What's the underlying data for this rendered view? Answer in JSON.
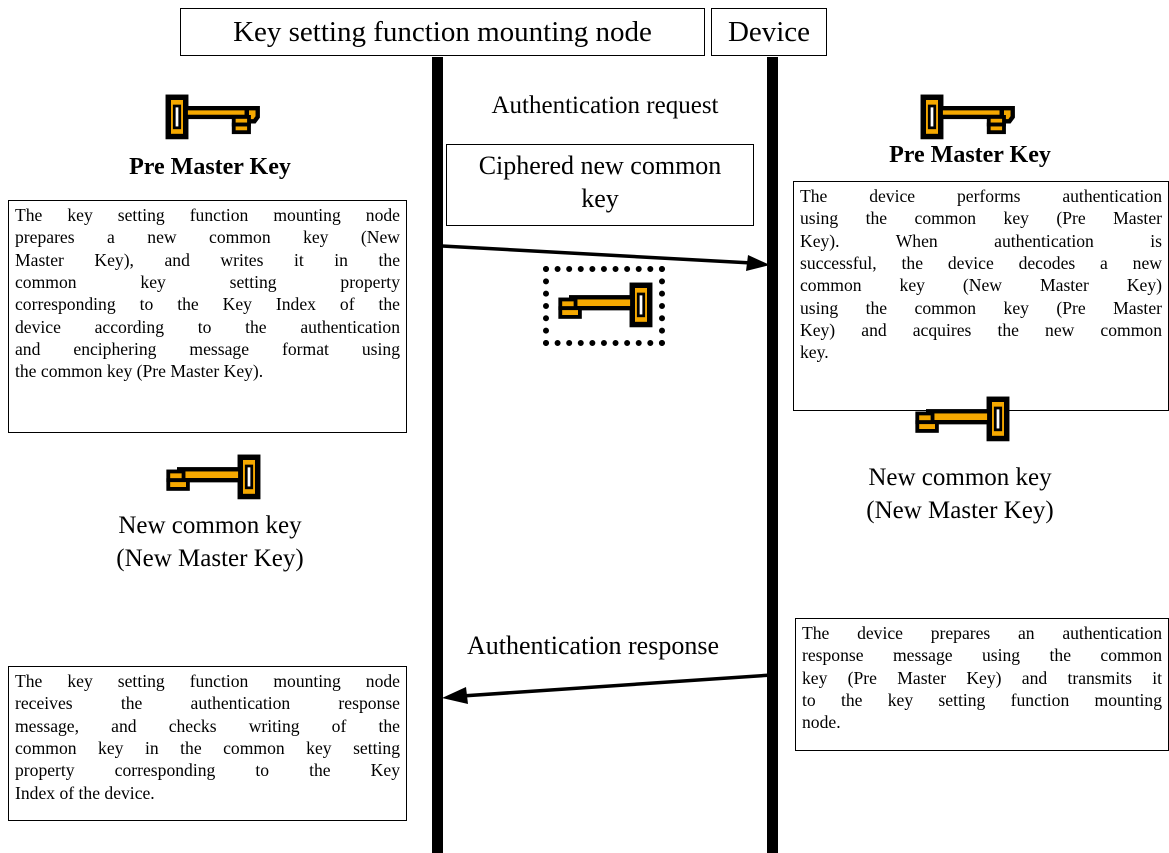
{
  "header": {
    "node_label": "Key setting function mounting node",
    "device_label": "Device"
  },
  "messages": {
    "auth_request": "Authentication request",
    "ciphered_key_line1": "Ciphered new common",
    "ciphered_key_line2": "key",
    "auth_response": "Authentication response"
  },
  "left": {
    "heading": "Pre Master Key",
    "note1": [
      "The key setting function mounting node",
      "prepares a new common key (New",
      "Master Key), and writes it in the",
      "common key setting property",
      "corresponding to the Key Index of the",
      "device according to the authentication",
      "and enciphering message format using",
      "the common key (Pre Master Key)."
    ],
    "caption_line1": "New common key",
    "caption_line2": "(New Master Key)",
    "note2": [
      "The key setting function mounting node",
      "receives the authentication response",
      "message, and checks writing of the",
      "common key in the common key setting",
      "property corresponding to the Key",
      "Index of the device."
    ]
  },
  "right": {
    "heading": "Pre Master Key",
    "note1": [
      "The device performs authentication",
      "using the common key (Pre Master",
      "Key). When authentication is",
      "successful, the device decodes a new",
      "common key (New Master Key)",
      "using the common key (Pre Master",
      "Key) and acquires the new common",
      "key."
    ],
    "caption_line1": "New common key",
    "caption_line2": "(New Master Key)",
    "note2": [
      "The device prepares an authentication",
      "response message using the common",
      "key (Pre Master Key) and transmits it",
      "to the key setting function mounting",
      "node."
    ]
  },
  "colors": {
    "key_fill": "#F5A800",
    "key_outline": "#000000",
    "lifeline": "#000000"
  },
  "icons": {
    "key": "key-icon",
    "ciphered_key": "ciphered-key-icon"
  }
}
